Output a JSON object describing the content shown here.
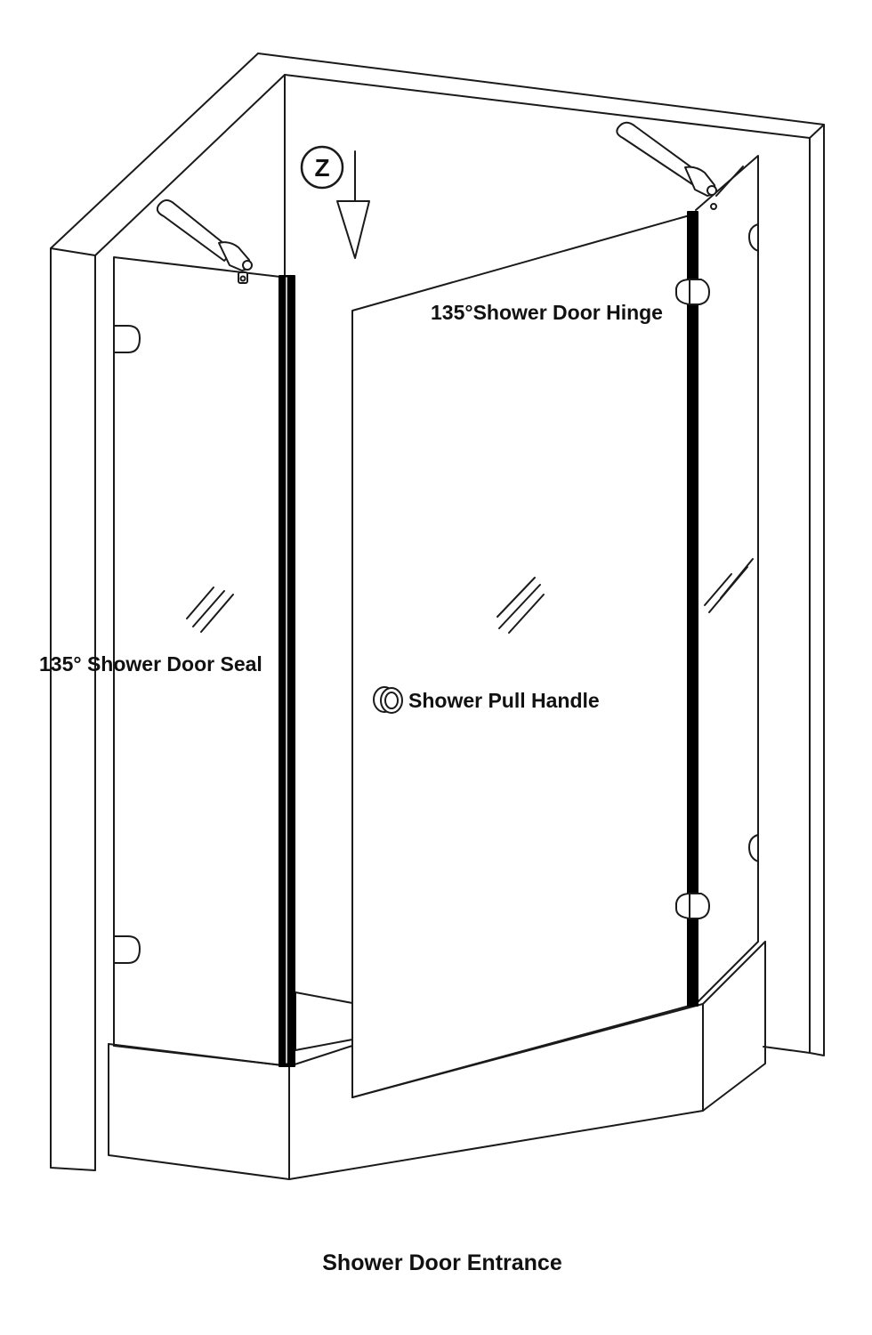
{
  "labels": {
    "hinge": "135°Shower Door Hinge",
    "seal": "135° Shower Door Seal",
    "handle": "Shower Pull Handle",
    "caption": "Shower Door Entrance",
    "direction_marker": "Z"
  },
  "colors": {
    "line": "#1a1a1a",
    "seal": "#000000",
    "fill": "#ffffff"
  }
}
